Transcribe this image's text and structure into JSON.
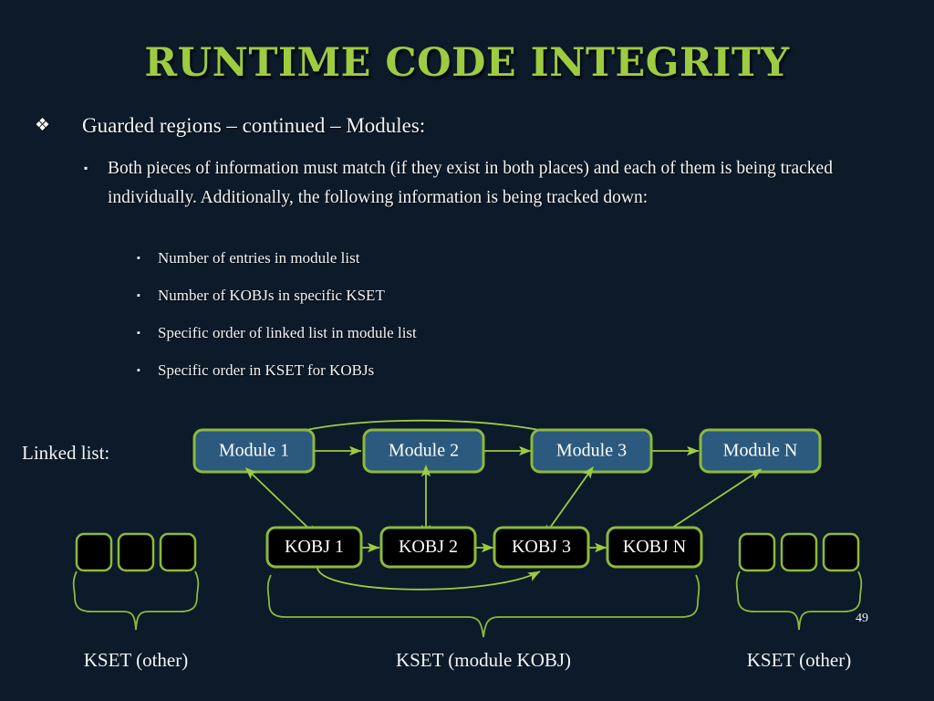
{
  "slide": {
    "title": "RUNTIME CODE INTEGRITY",
    "slide_number": "49",
    "background_color": "#0c1a29",
    "accent_color": "#9ECB40",
    "module_fill_color": "#2b5a7e",
    "kobj_fill_color": "#000000",
    "text_color": "#f2f4f6"
  },
  "bullets": {
    "level1": {
      "marker": "❖",
      "text": "Guarded regions – continued – Modules:"
    },
    "level2": {
      "marker": "▪",
      "text": "Both pieces of information must match (if they exist in both places) and each of them is being tracked individually. Additionally, the following information is being tracked down:"
    },
    "level3": {
      "marker": "▪",
      "items": [
        "Number of entries in module list",
        "Number of KOBJs in specific KSET",
        "Specific order of linked list in module list",
        "Specific order in KSET for KOBJs"
      ]
    }
  },
  "diagram": {
    "linked_list_label": "Linked list:",
    "modules": [
      "Module 1",
      "Module 2",
      "Module 3",
      "Module N"
    ],
    "kobjs": [
      "KOBJ 1",
      "KOBJ 2",
      "KOBJ 3",
      "KOBJ N"
    ],
    "kset_labels": {
      "left": "KSET (other)",
      "center": "KSET (module KOBJ)",
      "right": "KSET (other)"
    },
    "empty_slot_count_left": 3,
    "empty_slot_count_right": 3
  }
}
